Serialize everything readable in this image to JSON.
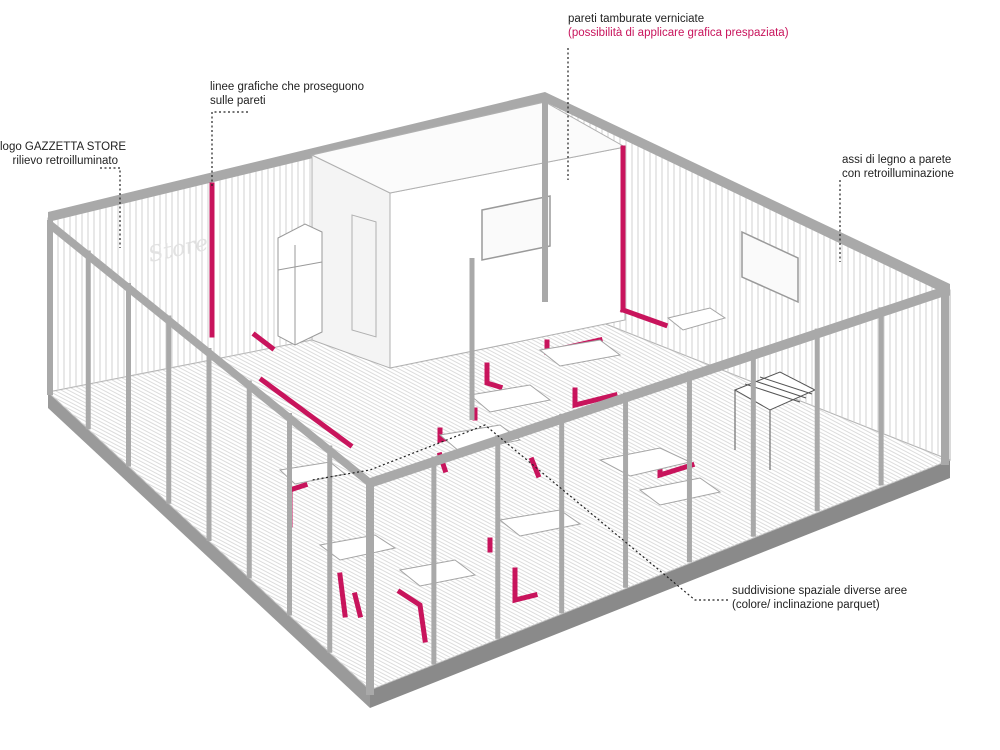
{
  "annotations": {
    "logo": {
      "line1": "logo GAZZETTA STORE",
      "line2": "rilievo retroilluminato"
    },
    "linee": {
      "line1": "linee grafiche che proseguono",
      "line2": "sulle pareti"
    },
    "pareti": {
      "line1": "pareti tamburate verniciate",
      "line2": "(possibilità di applicare grafica prespaziata)"
    },
    "assi": {
      "line1": "assi di legno a parete",
      "line2": "con retroilluminazione"
    },
    "suddivisione": {
      "line1": "suddivisione spaziale diverse aree",
      "line2": "(colore/ inclinazione parquet)"
    }
  },
  "wall_logo_text": "Store",
  "colors": {
    "accent": "#c8145c",
    "frame": "#a9a9a9",
    "base": "#8f8f8f",
    "line": "#d4d4d4",
    "ink": "#222222"
  }
}
